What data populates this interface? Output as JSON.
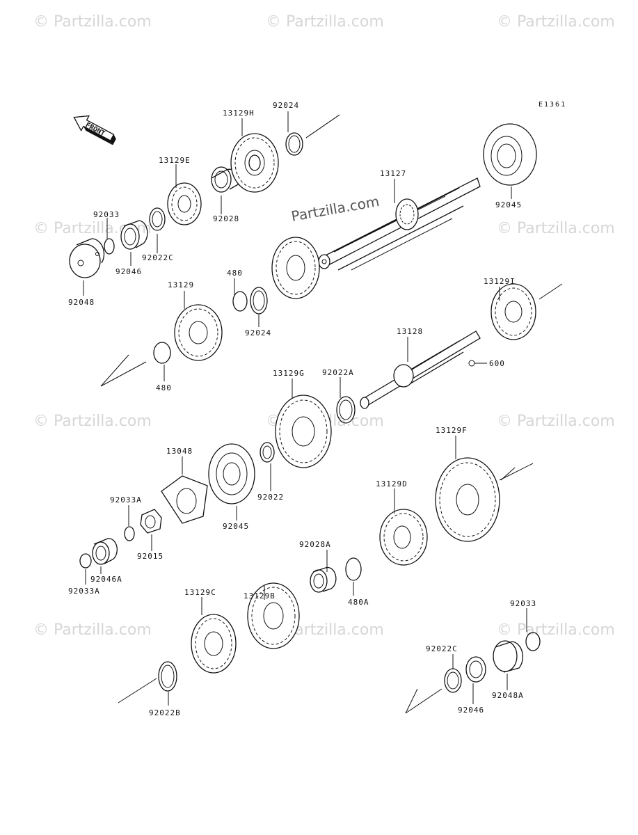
{
  "diagram_code": "E1361",
  "front_label": "FRONT",
  "watermark": "© Partzilla.com",
  "watermark_center": "Partzilla.com",
  "parts": {
    "p13129H": "13129H",
    "p92024a": "92024",
    "p13129E": "13129E",
    "p92028": "92028",
    "p92033a": "92033",
    "p92046a": "92046",
    "p92022Ca": "92022C",
    "p92048": "92048",
    "p13127": "13127",
    "p92045a": "92045",
    "p13129": "13129",
    "p480a": "480",
    "p92024b": "92024",
    "p480b": "480",
    "p13129I": "13129I",
    "p13128": "13128",
    "p600": "600",
    "p13129G": "13129G",
    "p92022A": "92022A",
    "p13048": "13048",
    "p92022": "92022",
    "p92045b": "92045",
    "p13129F": "13129F",
    "p92033A_top": "92033A",
    "p92015": "92015",
    "p92046A": "92046A",
    "p92033A_bot": "92033A",
    "p13129D": "13129D",
    "p92028A": "92028A",
    "p480A": "480A",
    "p13129B": "13129B",
    "p13129C": "13129C",
    "p92022B": "92022B",
    "p92033b": "92033",
    "p92022Cb": "92022C",
    "p92048A": "92048A",
    "p92046b": "92046"
  }
}
